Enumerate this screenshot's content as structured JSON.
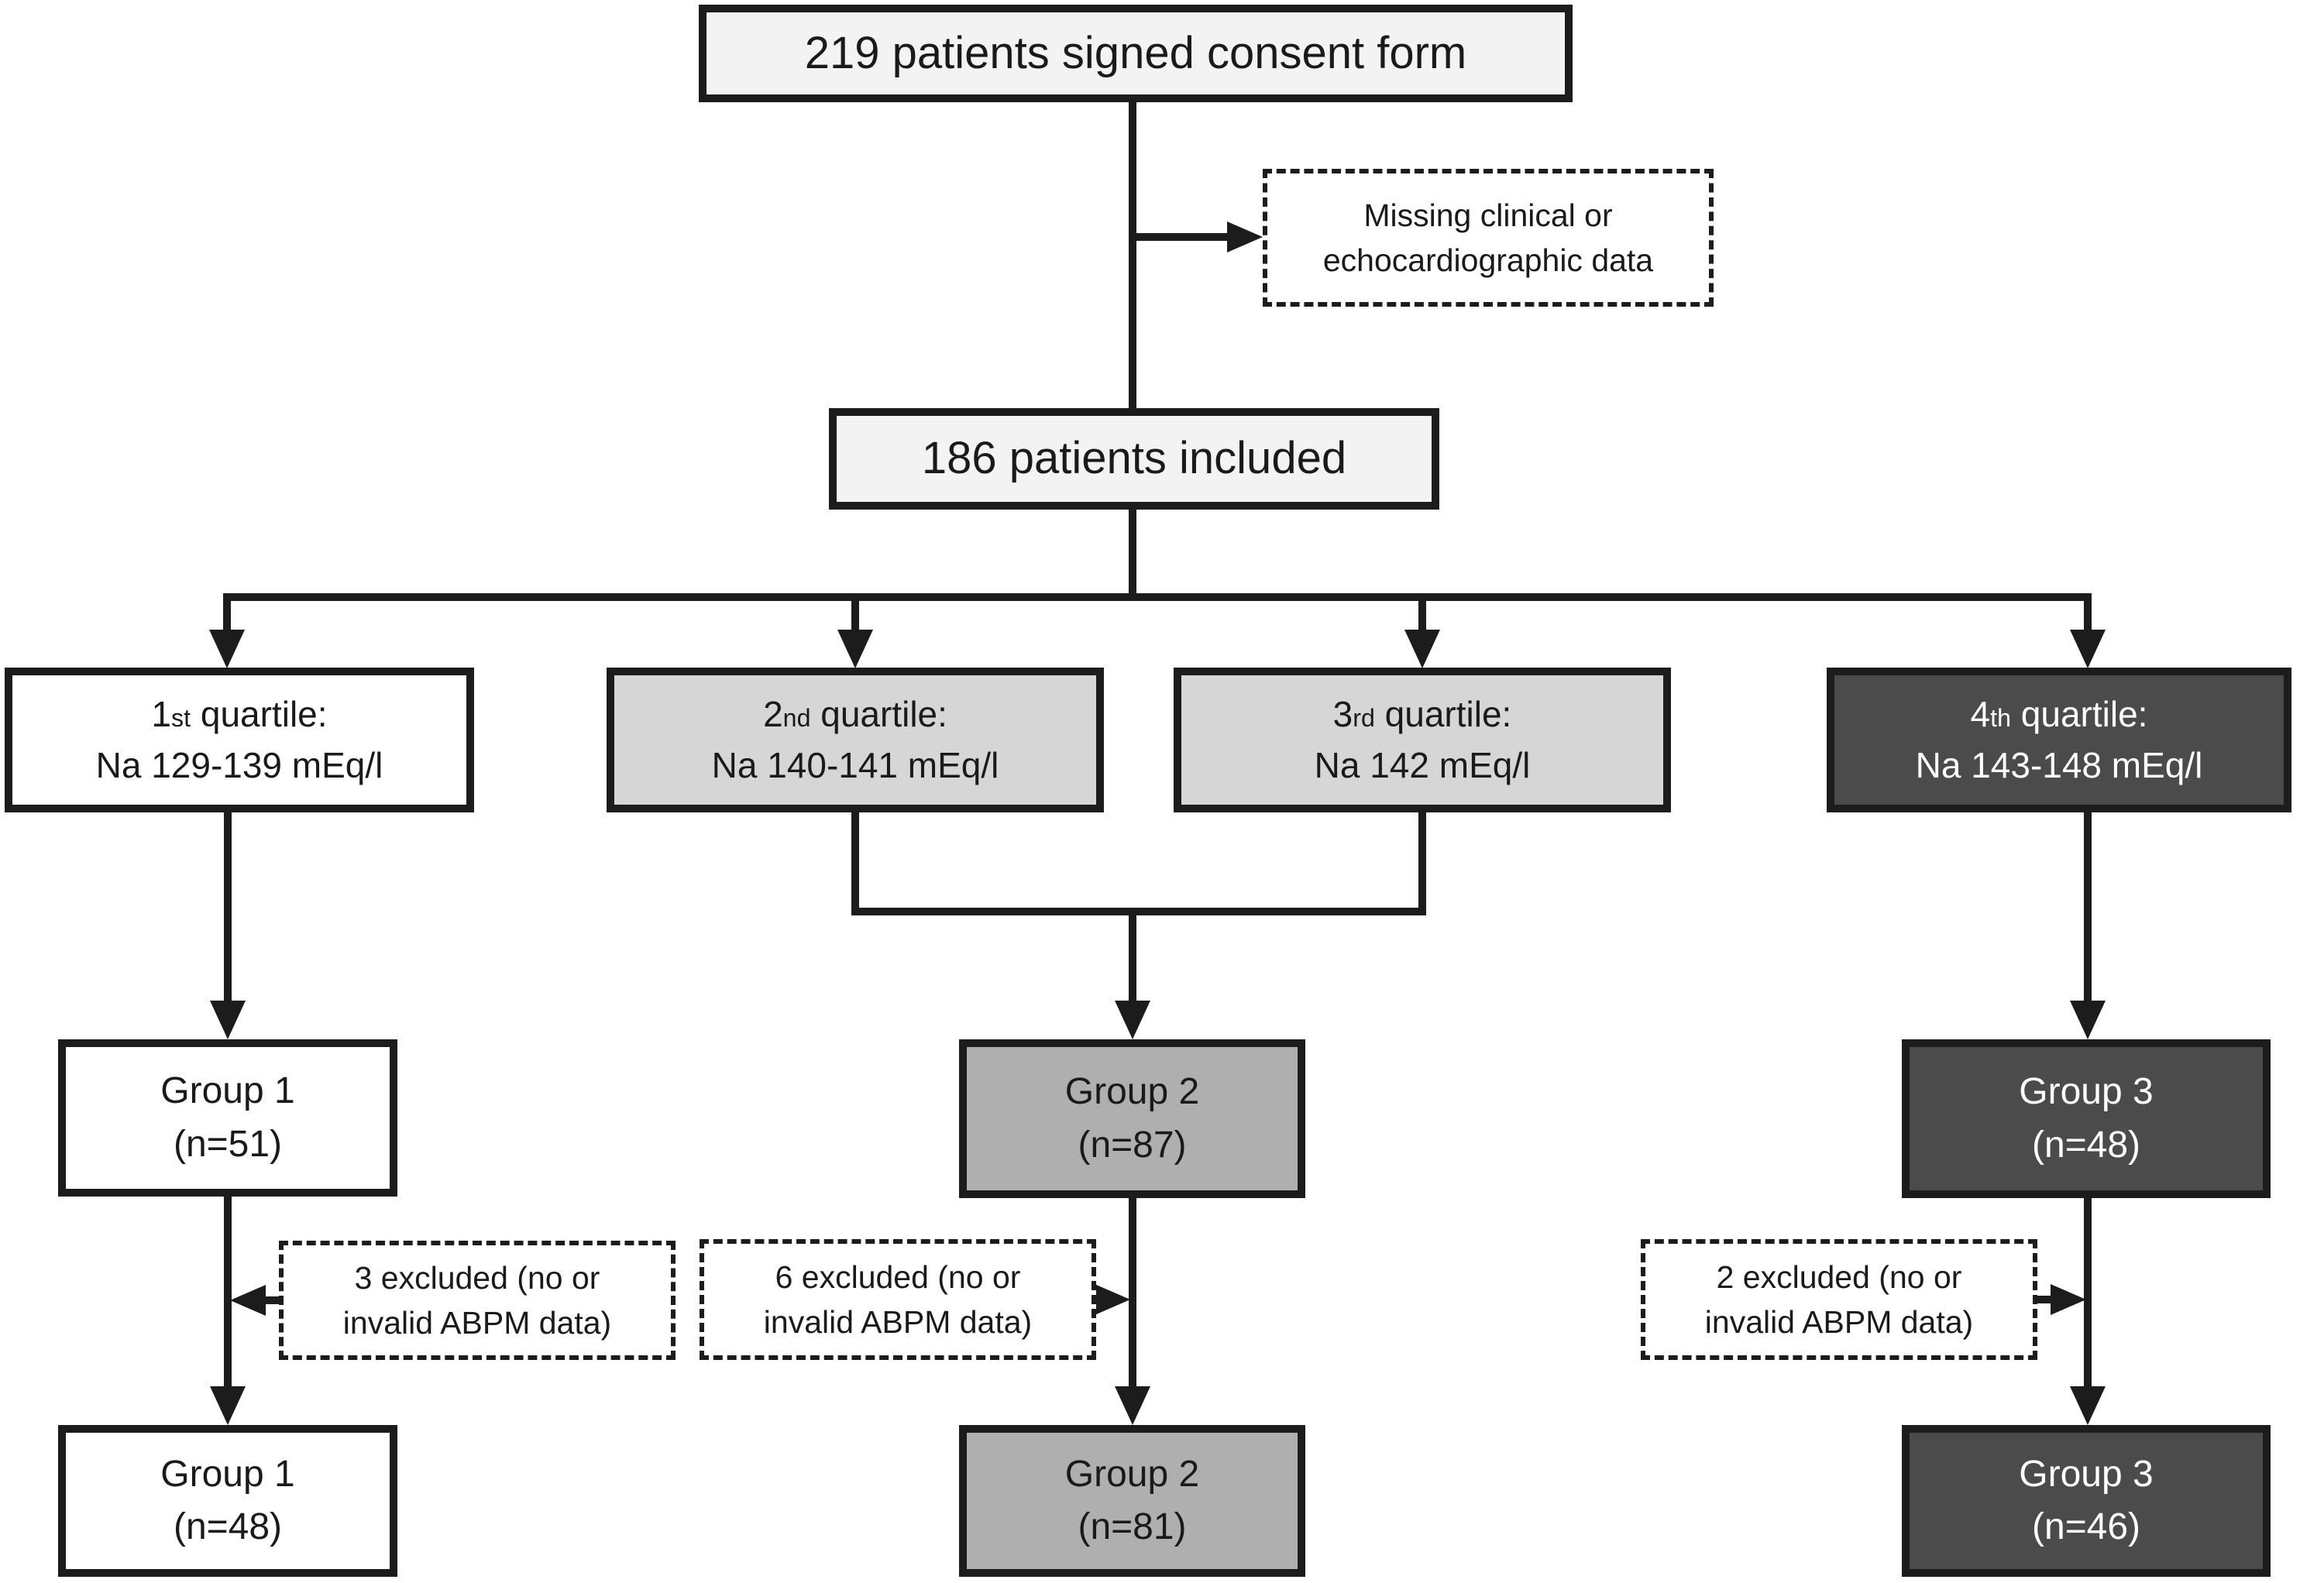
{
  "flow": {
    "consent": {
      "label": "219 patients signed consent form"
    },
    "missing": {
      "line1": "Missing clinical or",
      "line2": "echocardiographic data"
    },
    "included": {
      "label": "186 patients included"
    },
    "quartiles": [
      {
        "ordinal": "1",
        "suffix": "st",
        "title_rest": " quartile:",
        "range": "Na 129-139 mEq/l",
        "shade": "white"
      },
      {
        "ordinal": "2",
        "suffix": "nd",
        "title_rest": " quartile:",
        "range": "Na 140-141 mEq/l",
        "shade": "light-gray"
      },
      {
        "ordinal": "3",
        "suffix": "rd",
        "title_rest": " quartile:",
        "range": "Na 142 mEq/l",
        "shade": "light-gray"
      },
      {
        "ordinal": "4",
        "suffix": "th",
        "title_rest": " quartile:",
        "range": "Na 143-148 mEq/l",
        "shade": "dark-gray"
      }
    ],
    "groups_before_exclusion": [
      {
        "name": "Group 1",
        "count": "(n=51)",
        "shade": "white"
      },
      {
        "name": "Group 2",
        "count": "(n=87)",
        "shade": "medium-gray"
      },
      {
        "name": "Group 3",
        "count": "(n=48)",
        "shade": "dark-gray"
      }
    ],
    "exclusions": [
      {
        "line1": "3 excluded (no or",
        "line2": "invalid ABPM data)"
      },
      {
        "line1": "6 excluded (no or",
        "line2": "invalid ABPM data)"
      },
      {
        "line1": "2 excluded (no or",
        "line2": "invalid ABPM data)"
      }
    ],
    "groups_after_exclusion": [
      {
        "name": "Group 1",
        "count": "(n=48)"
      },
      {
        "name": "Group 2",
        "count": "(n=81)"
      },
      {
        "name": "Group 3",
        "count": "(n=46)"
      }
    ],
    "colors": {
      "box_fill_offwhite": "#f3f3f3",
      "box_fill_white": "#ffffff",
      "box_fill_light_gray": "#d6d6d6",
      "box_fill_medium_gray": "#afafaf",
      "box_fill_dark_gray": "#4b4b4b",
      "line_black": "#1c1c1c"
    }
  }
}
